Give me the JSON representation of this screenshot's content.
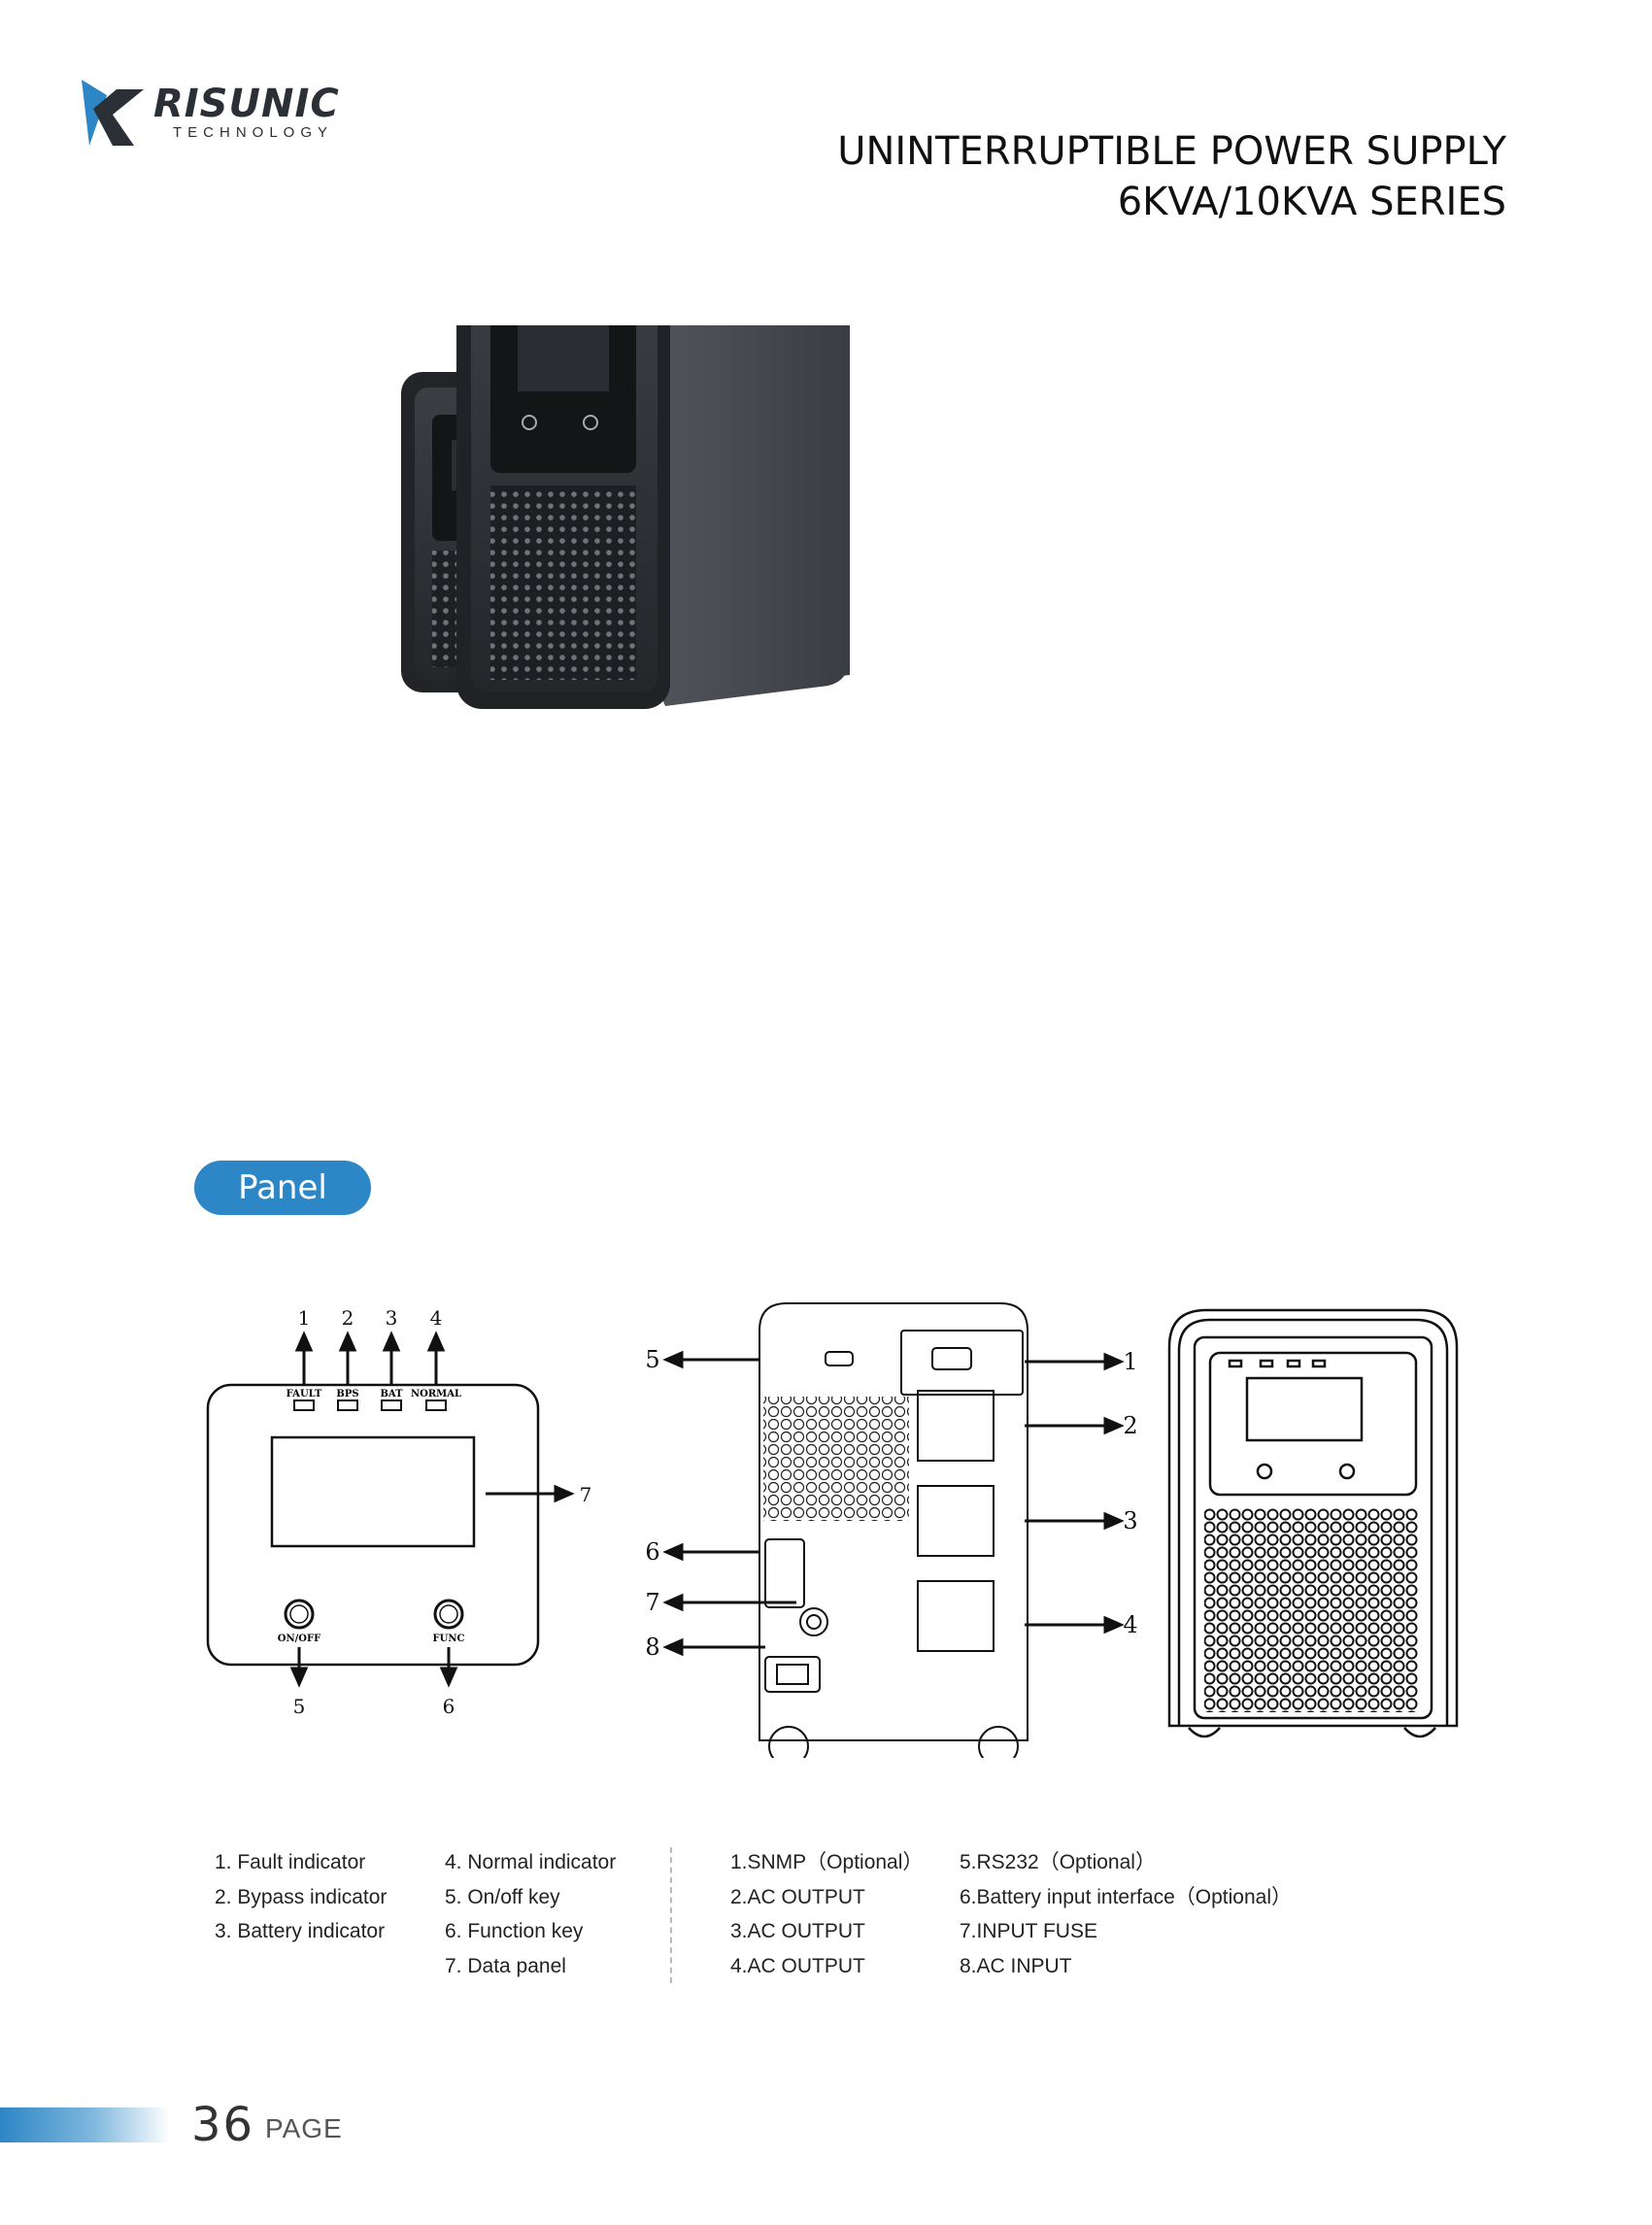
{
  "brand": {
    "name": "RISUNIC",
    "sub": "TECHNOLOGY"
  },
  "title": {
    "line1": "UNINTERRUPTIBLE POWER SUPPLY",
    "line2": "6KVA/10KVA SERIES"
  },
  "section": {
    "label": "Panel"
  },
  "front_panel": {
    "indicators": [
      "FAULT",
      "BPS",
      "BAT",
      "NORMAL"
    ],
    "top_numbers": [
      "1",
      "2",
      "3",
      "4"
    ],
    "right_number": "7",
    "keys": [
      "ON/OFF",
      "FUNC"
    ],
    "bottom_numbers": [
      "5",
      "6"
    ]
  },
  "rear_panel": {
    "right_numbers": [
      "1",
      "2",
      "3",
      "4"
    ],
    "left_numbers": [
      "5",
      "6",
      "7",
      "8"
    ]
  },
  "legend_front": {
    "col1": [
      "1. Fault indicator",
      "2. Bypass indicator",
      "3. Battery indicator"
    ],
    "col2": [
      "4. Normal indicator",
      "5. On/off  key",
      "6. Function  key",
      "7. Data  panel"
    ]
  },
  "legend_rear": {
    "col1": [
      "1.SNMP（Optional）",
      "2.AC OUTPUT",
      "3.AC OUTPUT",
      "4.AC OUTPUT"
    ],
    "col2": [
      "5.RS232（Optional）",
      "6.Battery input interface（Optional）",
      "7.INPUT FUSE",
      "8.AC INPUT"
    ]
  },
  "footer": {
    "page_number": "36",
    "page_word": "PAGE"
  },
  "colors": {
    "accent": "#2d86c5",
    "product_body": "#3a3d42"
  }
}
